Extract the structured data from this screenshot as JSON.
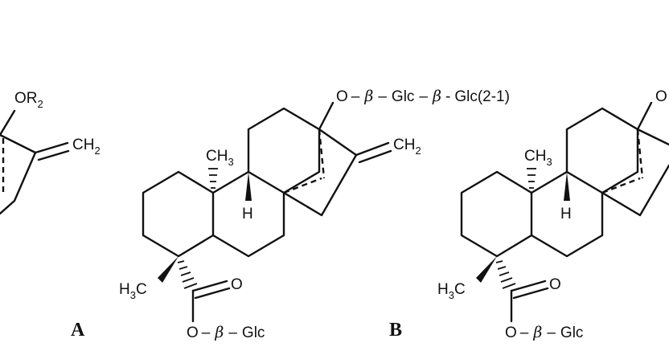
{
  "structures": {
    "partial": {
      "substituent": "OR",
      "substituent_sub": "2",
      "methylene": "CH",
      "methylene_sub": "2"
    },
    "A": {
      "caption": "A",
      "glycoside_top": {
        "o": "O",
        "d1": "–",
        "beta1": "β",
        "d2": "–",
        "sugar1": "Glc",
        "d3": "–",
        "beta2": "β",
        "d4": "-",
        "sugar2": "Glc(2-1)"
      },
      "methylene": "CH",
      "methylene_sub": "2",
      "methyl": "CH",
      "methyl_sub": "3",
      "hydrogen": "H",
      "gem_methyl_h": "H",
      "gem_methyl_sub": "3",
      "gem_methyl_c": "C",
      "carbonyl_o": "O",
      "ester": {
        "o": "O",
        "d1": "–",
        "beta": "β",
        "d2": "–",
        "sugar": "Glc"
      }
    },
    "B": {
      "caption": "B",
      "oxygen_partial": "O",
      "methyl": "CH",
      "methyl_sub": "3",
      "hydrogen": "H",
      "gem_methyl_h": "H",
      "gem_methyl_sub": "3",
      "gem_methyl_c": "C",
      "carbonyl_o": "O",
      "ester": {
        "o": "O",
        "d1": "–",
        "beta": "β",
        "d2": "–",
        "sugar": "Glc"
      }
    }
  }
}
